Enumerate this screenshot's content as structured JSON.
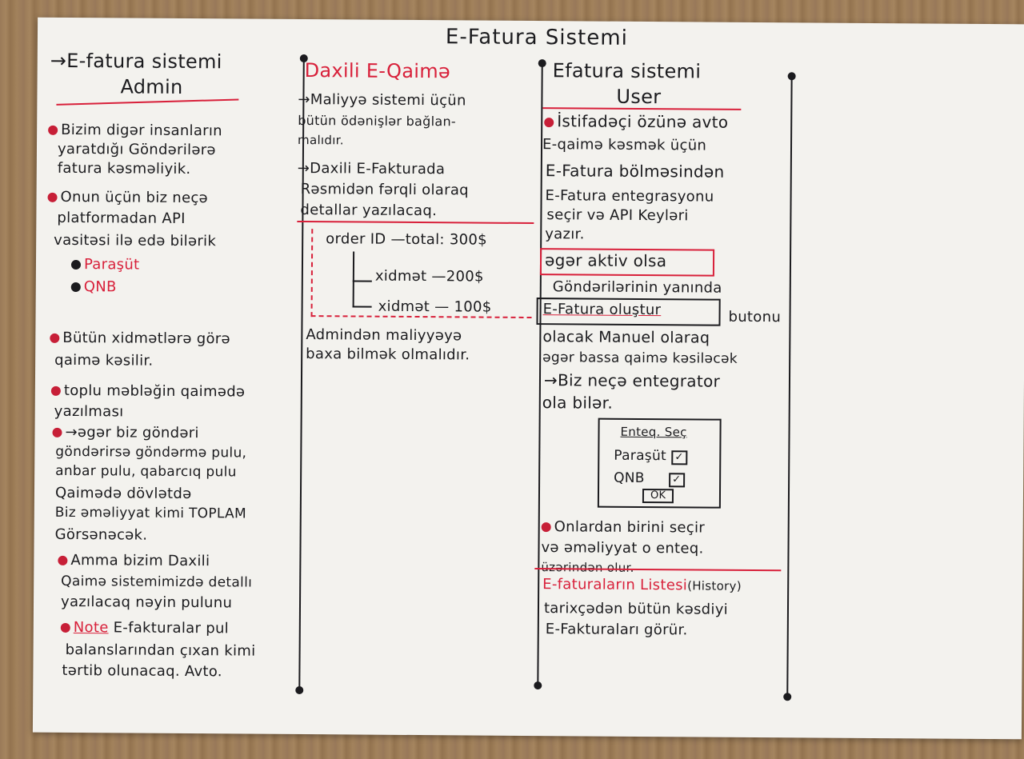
{
  "title": "E-Fatura Sistemi",
  "left": {
    "header": "→E-fatura sistemi",
    "subheader": "Admin",
    "lines": [
      "Bizim digər insanların",
      "yaratdığı Göndərilərə",
      "fatura kəsməliyik.",
      "Onun üçün biz neçə",
      "platformadan API",
      "vasitəsi ilə edə bilərik",
      "Paraşüt",
      "QNB",
      "Bütün xidmətlərə görə",
      "qaimə kəsilir.",
      "toplu məbləğin qaimədə",
      "yazılması",
      "→əgər biz göndəri",
      "göndərirsə göndərmə pulu,",
      "anbar pulu, qabarcıq pulu",
      "Qaimədə dövlətdə",
      "Biz əməliyyat kimi TOPLAM",
      "Görsənəcək.",
      "Amma bizim Daxili",
      "Qaimə sistemimizdə detallı",
      "yazılacaq nəyin pulunu",
      "Note",
      "E-fakturalar pul",
      "balanslarından çıxan kimi",
      "tərtib olunacaq. Avto."
    ]
  },
  "middle": {
    "header": "Daxili E-Qaimə",
    "lines": [
      "→Maliyyə sistemi üçün",
      "bütün ödənişlər bağlan-",
      "malıdır.",
      "→Daxili E-Fakturada",
      "Rəsmidən fərqli olaraq",
      "detallar yazılacaq.",
      "order ID —total: 300$",
      "xidmət —200$",
      "xidmət — 100$",
      "Admindən maliyyəyə",
      "baxa bilmək olmalıdır."
    ]
  },
  "right": {
    "header": "Efatura sistemi",
    "subheader": "User",
    "lines": [
      "İstifadəçi özünə avto",
      "E-qaimə kəsmək üçün",
      "E-Fatura bölməsindən",
      "E-Fatura entegrasyonu",
      "seçir və API Keyləri",
      "yazır.",
      "əgər aktiv olsa",
      "Göndərilərinin yanında",
      "E-Fatura oluştur",
      "butonu",
      "olacak Manuel olaraq",
      "əgər bassa qaimə kəsiləcək",
      "→Biz neçə entegrator",
      "ola bilər.",
      "Onlardan birini seçir",
      "və əməliyyat o enteq.",
      "üzərindən olur.",
      "E-faturaların Listesi",
      "(History)",
      "tarixçədən bütün kəsdiyi",
      "E-Fakturaları görür."
    ],
    "dialog": {
      "title": "Enteq. Seç",
      "opt1": "Paraşüt",
      "opt2": "QNB",
      "check": "✓",
      "ok": "OK"
    }
  },
  "colors": {
    "ink": "#1b1b1e",
    "red": "#d8203a",
    "paper": "#f3f2ee"
  }
}
